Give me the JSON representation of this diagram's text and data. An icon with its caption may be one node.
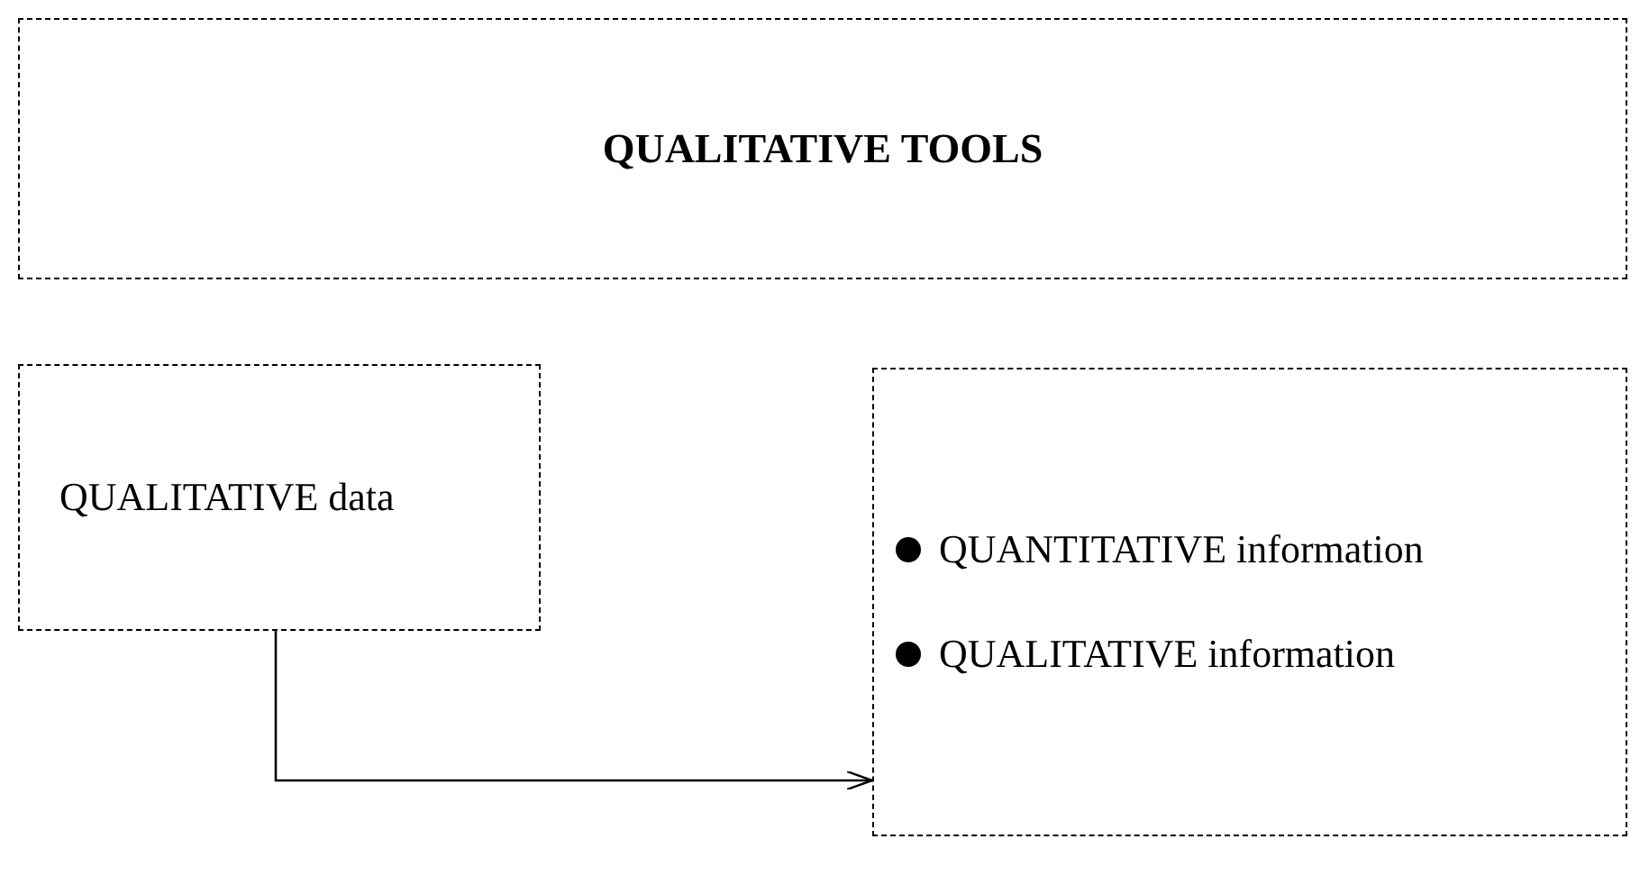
{
  "diagram": {
    "nodes": [
      {
        "text": [
          "QUALITATIVE TOOLS"
        ]
      },
      {
        "text": [
          "QUALITATIVE data"
        ]
      },
      {
        "text": [
          "QUANTITATIVE information",
          "QUALITATIVE information"
        ]
      }
    ],
    "edges": [
      {
        "from": 1,
        "to": 2,
        "arrow": "to"
      }
    ]
  }
}
